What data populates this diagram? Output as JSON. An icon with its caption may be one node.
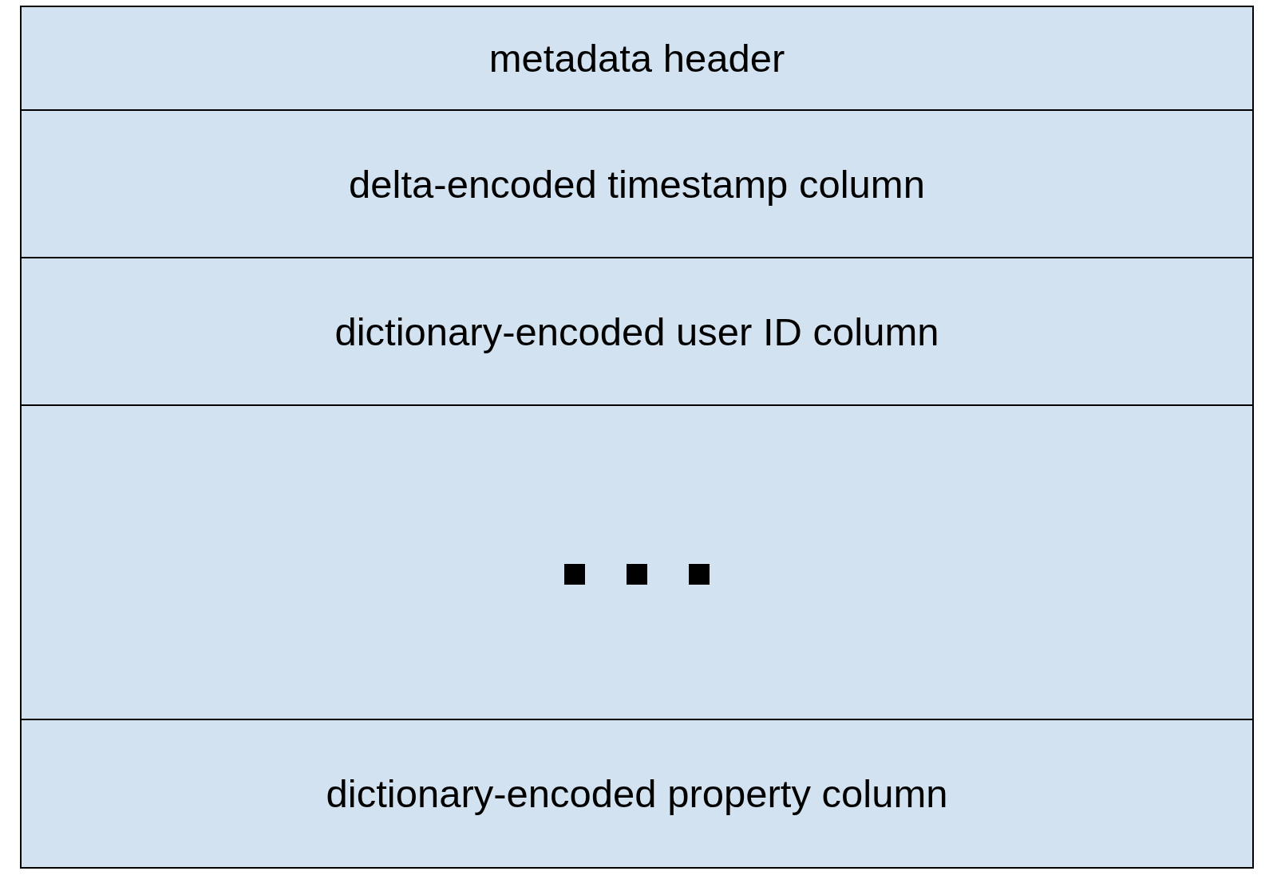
{
  "diagram": {
    "nodes": [
      {
        "text": [
          "metadata header"
        ]
      },
      {
        "text": [
          "delta-encoded timestamp column"
        ]
      },
      {
        "text": [
          "dictionary-encoded user ID column"
        ]
      },
      {
        "text": [],
        "shape": "box"
      },
      {
        "text": [
          "dictionary-encoded property column"
        ]
      }
    ]
  }
}
